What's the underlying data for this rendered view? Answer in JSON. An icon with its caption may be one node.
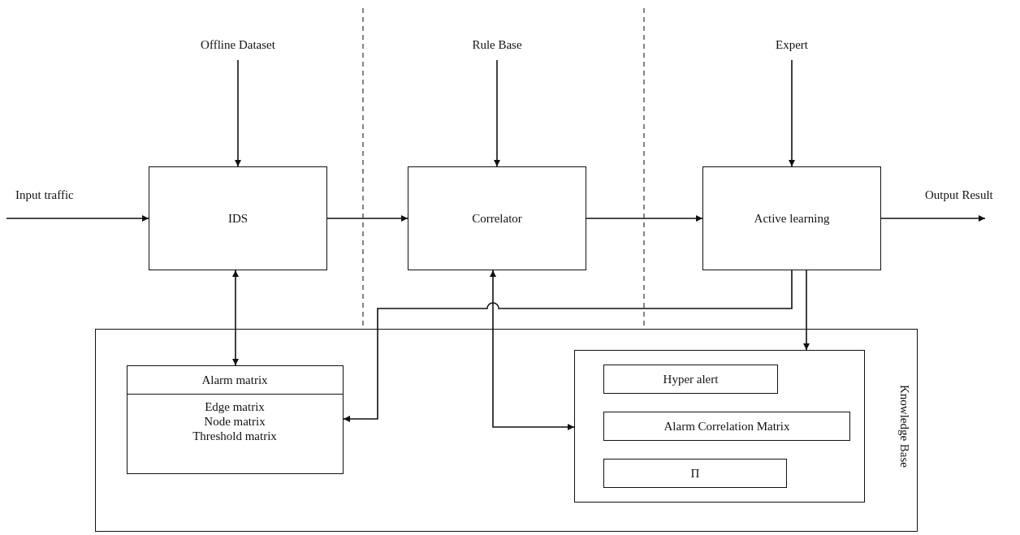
{
  "diagram": {
    "nodes": [
      {
        "text": [
          "Offline Dataset"
        ]
      },
      {
        "text": [
          "Rule Base"
        ]
      },
      {
        "text": [
          "Expert"
        ]
      },
      {
        "text": [
          "IDS"
        ]
      },
      {
        "text": [
          "Correlator"
        ]
      },
      {
        "text": [
          "Active learning"
        ]
      },
      {
        "text": [
          "Knowledge Base"
        ]
      },
      {
        "text": [
          "Alarm matrix",
          "Edge matrix",
          "Node matrix",
          "Threshold matrix"
        ],
        "in": 6
      },
      {
        "text": [],
        "shape": "box",
        "in": 6
      },
      {
        "text": [
          "Hyper alert"
        ],
        "in": 8
      },
      {
        "text": [
          "Alarm Correlation Matrix"
        ],
        "in": 8
      },
      {
        "text": [
          "Π"
        ],
        "in": 8
      }
    ],
    "edges": [
      {
        "from": 0,
        "to": 3,
        "arrow": "to"
      },
      {
        "from": 1,
        "to": 4,
        "arrow": "to"
      },
      {
        "from": 2,
        "to": 5,
        "arrow": "to"
      },
      {
        "from": null,
        "to": 3,
        "arrow": "to",
        "label": "Input traffic"
      },
      {
        "from": 3,
        "to": 4,
        "arrow": "to"
      },
      {
        "from": 4,
        "to": 5,
        "arrow": "to"
      },
      {
        "from": 5,
        "to": null,
        "arrow": "to",
        "label": "Output Result"
      },
      {
        "from": 3,
        "to": 7,
        "arrow": "both"
      },
      {
        "from": 5,
        "to": 7,
        "arrow": "to"
      },
      {
        "from": 4,
        "to": 8,
        "arrow": "both"
      },
      {
        "from": 5,
        "to": 8,
        "arrow": "to"
      }
    ]
  }
}
